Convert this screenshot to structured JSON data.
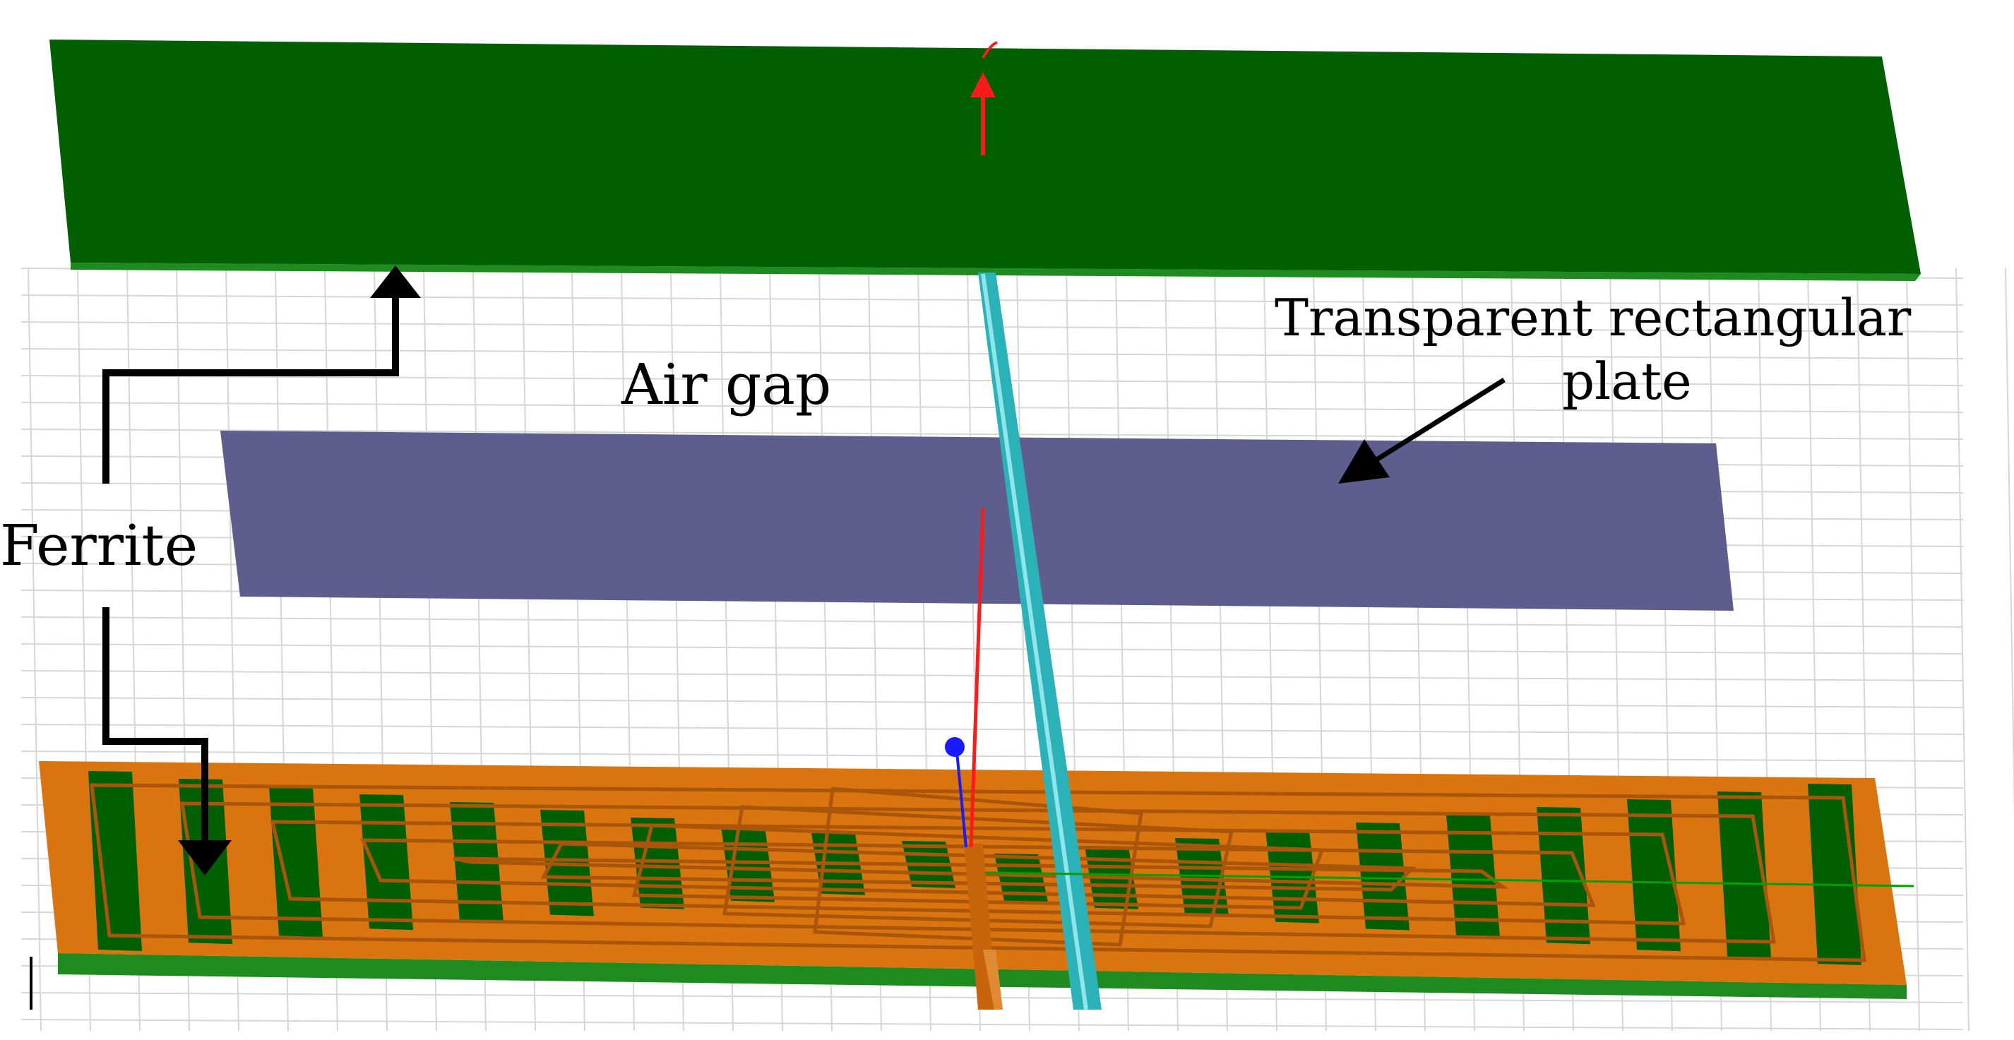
{
  "labels": {
    "air_gap": "Air gap",
    "ferrite": "Ferrite",
    "plate_line1": "Transparent rectangular",
    "plate_line2": "plate"
  },
  "colors": {
    "ferrite_green": "#005f00",
    "ferrite_edge": "#1f8a1f",
    "plate": "#5e5e8e",
    "coil_copper": "#d9740f",
    "coil_dark": "#a9550a",
    "feed_cyan": "#2bb2b8",
    "axis_red": "#ff1a1a",
    "axis_blue": "#1a1aff",
    "axis_green": "#00a000",
    "grid": "#d6d6d6"
  },
  "coil": {
    "turns_per_side": 10
  }
}
